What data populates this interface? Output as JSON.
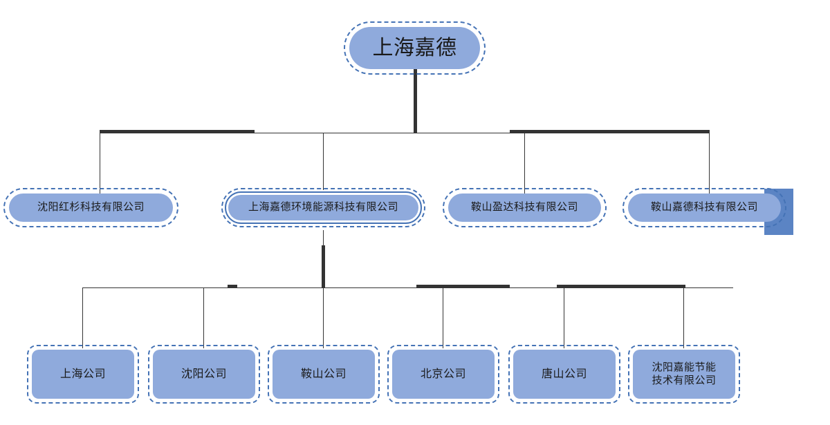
{
  "diagram": {
    "type": "organization-chart",
    "title_node": "上海嘉德",
    "colors": {
      "node_fill": "#8FAADC",
      "node_outline": "#4472B5",
      "connector": "#333333",
      "accent_block": "#5B84C4",
      "background": "#FFFFFF"
    },
    "root": {
      "label": "上海嘉德",
      "selected": true
    },
    "level1": [
      {
        "label": "沈阳红杉科技有限公司",
        "selected": true,
        "double_border": false,
        "accent_block": false
      },
      {
        "label": "上海嘉德环境能源科技有限公司",
        "selected": true,
        "double_border": true,
        "accent_block": false
      },
      {
        "label": "鞍山盈达科技有限公司",
        "selected": true,
        "double_border": false,
        "accent_block": false
      },
      {
        "label": "鞍山嘉德科技有限公司",
        "selected": true,
        "double_border": false,
        "accent_block": true
      }
    ],
    "level2_parent": "上海嘉德环境能源科技有限公司",
    "level2": [
      {
        "label": "上海公司",
        "selected": true,
        "multiline": false
      },
      {
        "label": "沈阳公司",
        "selected": true,
        "multiline": false
      },
      {
        "label": "鞍山公司",
        "selected": true,
        "multiline": false
      },
      {
        "label": "北京公司",
        "selected": true,
        "multiline": false
      },
      {
        "label": "唐山公司",
        "selected": true,
        "multiline": false
      },
      {
        "label": "沈阳嘉能节能\n技术有限公司",
        "selected": true,
        "multiline": true
      }
    ]
  }
}
